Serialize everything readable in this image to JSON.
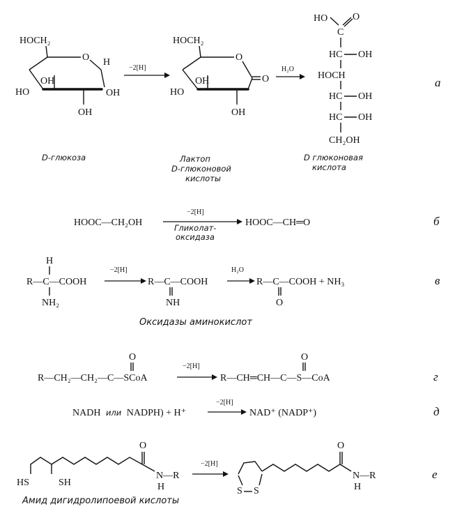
{
  "reaction_a": {
    "glucose": {
      "ch2oh": "HOCH₂",
      "ring_o": "O",
      "h": "H",
      "oh1": "OH",
      "oh2": "OH",
      "ho": "HO",
      "oh3": "OH"
    },
    "lactone": {
      "ch2oh": "HOCH₂",
      "ring_o": "O",
      "keto_o": "O",
      "ho": "HO",
      "oh2": "OH",
      "oh3": "OH"
    },
    "arrow1": "−2[H]",
    "arrow2": "H₂O",
    "acid": {
      "ho": "HO",
      "o": "O",
      "c": "C",
      "r1_l": "HC",
      "r1_r": "OH",
      "r2_l": "HOCH",
      "r3_l": "HC",
      "r3_r": "OH",
      "r4_l": "HC",
      "r4_r": "OH",
      "ch2oh": "CH₂OH"
    },
    "cap_glucose": "D-глюкоза",
    "cap_lactone_1": "Лактоп",
    "cap_lactone_2": "D-глюконовой",
    "cap_lactone_3": "кислоты",
    "cap_acid_1": "D глюконовая",
    "cap_acid_2": "кислота",
    "label": "а"
  },
  "reaction_b": {
    "left": "HOOC—CH₂OH",
    "above": "−2[H]",
    "below_1": "Гликолат-",
    "below_2": "оксидаза",
    "right": "HOOC—CH═O",
    "label": "б"
  },
  "reaction_v": {
    "h": "H",
    "r1": "R—C—COOH",
    "nh2": "NH₂",
    "arrow1": "−2[H]",
    "r2": "R—C—COOH",
    "nh": "NH",
    "arrow2": "H₂O",
    "r3": "R—C—COOH + NH₃",
    "o": "O",
    "caption": "Оксидазы аминокислот",
    "label": "в"
  },
  "reaction_g": {
    "left": "R—CH₂—CH₂—C—SCoA",
    "left_o": "O",
    "arrow": "−2[H]",
    "right": "R—CH═CH—C—S—CoA",
    "right_o": "O",
    "label": "г"
  },
  "reaction_d": {
    "text_1": "NADH",
    "text_or": "или",
    "text_2": "NADPH) + H⁺",
    "arrow": "−2[H]",
    "right": "NAD⁺ (NADP⁺)",
    "label": "д"
  },
  "reaction_e": {
    "left_o": "O",
    "left_n": "N—R",
    "left_h": "H",
    "hs1": "HS",
    "hs2": "SH",
    "arrow": "−2[H]",
    "right_o": "O",
    "right_n": "N—R",
    "right_h": "H",
    "s1": "S",
    "s2": "S",
    "caption": "Амид дигидролипоевой кислоты",
    "label": "е"
  }
}
